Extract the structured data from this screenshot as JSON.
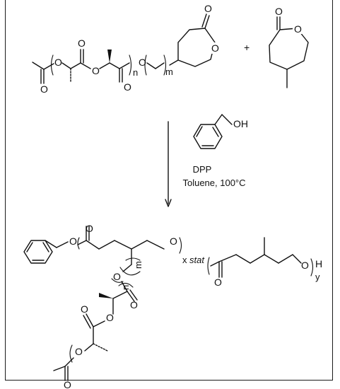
{
  "scheme": {
    "reactants": {
      "subscript_n": "n",
      "subscript_m": "m",
      "plus": "+"
    },
    "conditions": {
      "catalyst": "DPP",
      "solvent_temp": "Toluene, 100°C",
      "initiator_oh": "OH"
    },
    "product": {
      "subscript_x": "x",
      "stat_label": "stat",
      "subscript_y": "y",
      "end_h": "H",
      "subscript_m": "m",
      "subscript_n": "n"
    },
    "atom_label": "O"
  }
}
